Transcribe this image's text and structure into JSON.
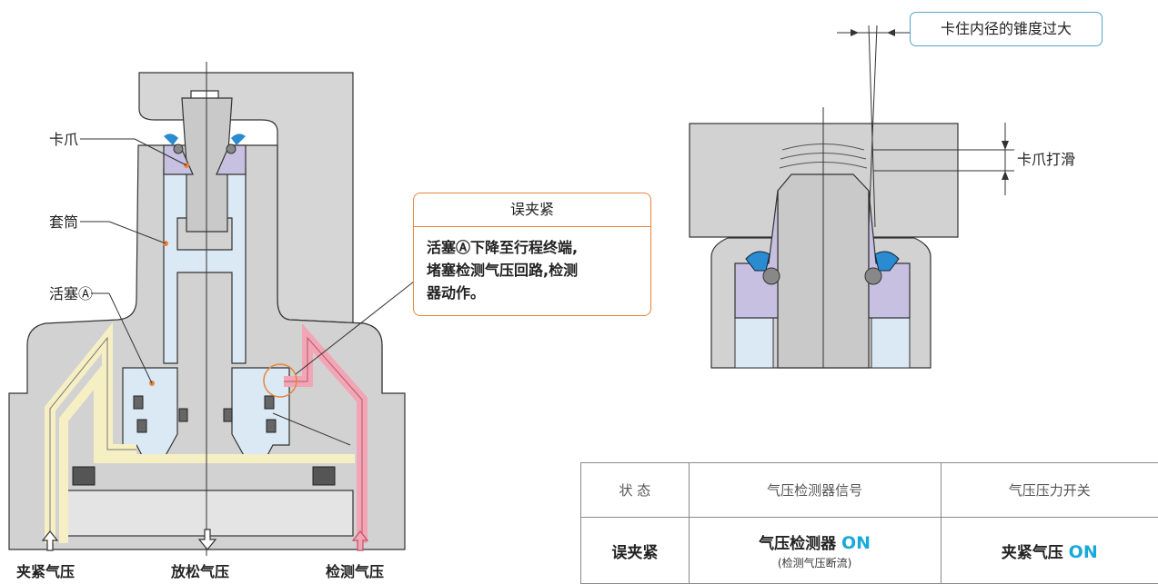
{
  "labels": {
    "jaw": "卡爪",
    "sleeve": "套筒",
    "piston": "活塞Ⓐ",
    "clamp_air": "夹紧气压",
    "release_air": "放松气压",
    "detect_air": "检测气压",
    "jaw_slip": "卡爪打滑",
    "taper_tag": "卡住内径的锥度过大"
  },
  "callout": {
    "title": "误夹紧",
    "line1": "活塞Ⓐ下降至行程终端,",
    "line2": "堵塞检测气压回路,检测",
    "line3": "器动作。"
  },
  "table": {
    "headers": [
      "状 态",
      "气压检测器信号",
      "气压压力开关"
    ],
    "state": "误夹紧",
    "detector_label": "气压检测器",
    "detector_on": "ON",
    "detector_note": "(检测气压断流)",
    "switch_label": "夹紧气压",
    "switch_on": "ON"
  },
  "colors": {
    "body_gray": "#d2d2d2",
    "sleeve_blue": "#dbe9f5",
    "jaw_purple": "#c8c0e0",
    "seal_blue": "#2a8bd0",
    "clamp_line": "#f7efc4",
    "detect_line": "#f2a5b4",
    "callout_orange": "#e8843a",
    "on_cyan": "#19a9d9"
  }
}
